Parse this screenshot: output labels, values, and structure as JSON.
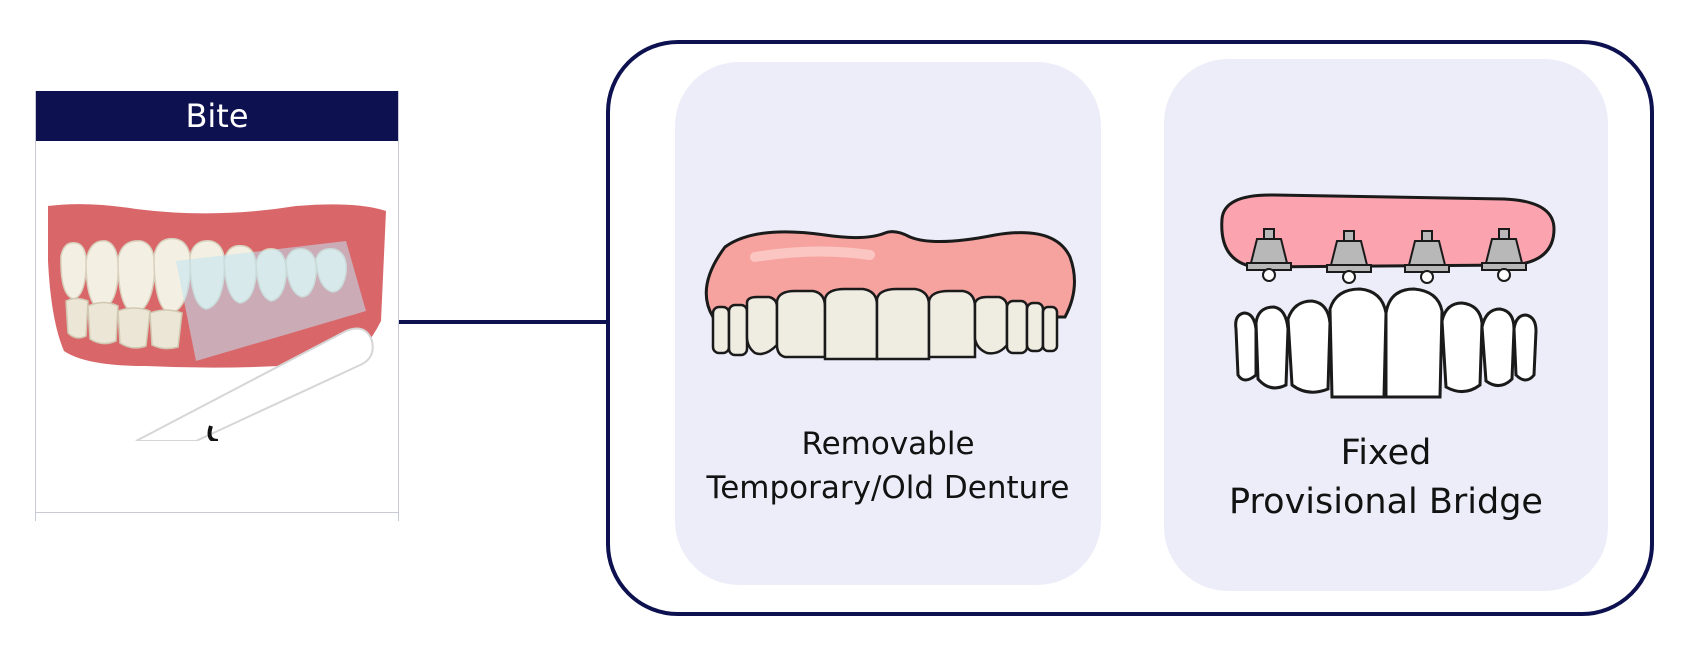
{
  "bite": {
    "title": "Bite",
    "image": "dental-bite-scan-illustration"
  },
  "options": [
    {
      "line1": "Removable",
      "line2": "Temporary/Old Denture",
      "icon": "removable-denture-icon"
    },
    {
      "line1": "Fixed",
      "line2": "Provisional Bridge",
      "icon": "fixed-bridge-icon"
    }
  ],
  "colors": {
    "navy": "#0e1150",
    "card_bg": "#ecedf8",
    "gum": "#f6a39f",
    "tooth": "#efece2"
  }
}
